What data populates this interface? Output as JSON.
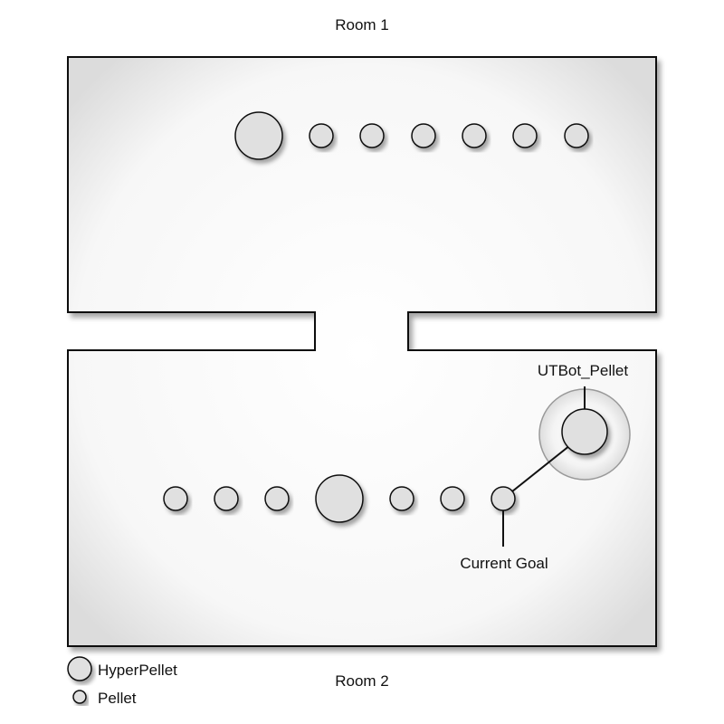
{
  "rooms": {
    "top_label": "Room 1",
    "bottom_label": "Room 2"
  },
  "annotations": {
    "bot": "UTBot_Pellet",
    "goal": "Current Goal"
  },
  "legend": {
    "hyper": "HyperPellet",
    "pellet": "Pellet"
  },
  "colors": {
    "wall_stroke": "#111111",
    "floor": "#f2f2f2",
    "pellet_fill": "#e0e0e0",
    "aura": "#e6e6e6"
  }
}
